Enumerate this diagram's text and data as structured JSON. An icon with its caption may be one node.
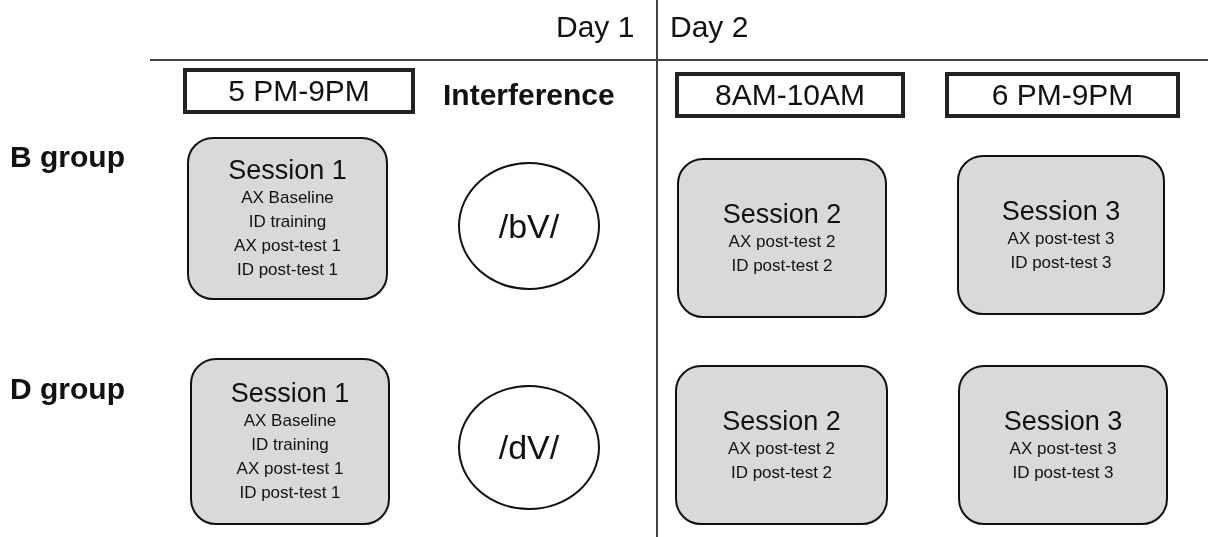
{
  "diagram": {
    "nodes": [
      {
        "text": [
          "5 PM-9PM"
        ]
      },
      {
        "text": [
          "8AM-10AM"
        ]
      },
      {
        "text": [
          "6 PM-9PM"
        ]
      },
      {
        "text": [
          "Session 1",
          "AX Baseline",
          "ID training",
          "AX post-test 1",
          "ID post-test 1"
        ]
      },
      {
        "text": [
          "/bV/"
        ]
      },
      {
        "text": [
          "Session 2",
          "AX post-test 2",
          "ID post-test 2"
        ]
      },
      {
        "text": [
          "Session 3",
          "AX post-test 3",
          "ID post-test 3"
        ]
      },
      {
        "text": [
          "Session 1",
          "AX Baseline",
          "ID training",
          "AX post-test 1",
          "ID post-test 1"
        ]
      },
      {
        "text": [
          "/dV/"
        ]
      },
      {
        "text": [
          "Session 2",
          "AX post-test 2",
          "ID post-test 2"
        ]
      },
      {
        "text": [
          "Session 3",
          "AX post-test 3",
          "ID post-test 3"
        ]
      }
    ],
    "labels": [
      "Day 1",
      "Day 2",
      "Interference",
      "B group",
      "D group"
    ]
  }
}
